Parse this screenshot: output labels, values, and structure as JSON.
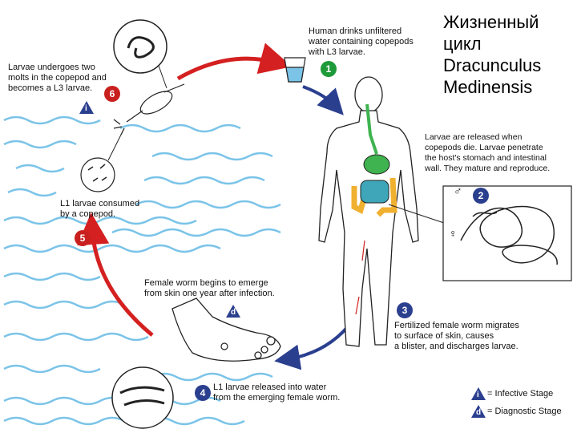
{
  "title_lines": "Жизненный\nцикл\nDracunculus\nMedinensis",
  "steps": {
    "s1": {
      "num": "1",
      "text": "Human drinks unfiltered\nwater containing copepods\nwith L3 larvae."
    },
    "s2": {
      "num": "2",
      "text": "Larvae are released when\ncopepods die.  Larvae penetrate\nthe host's stomach and intestinal\nwall.  They mature and reproduce."
    },
    "s3": {
      "num": "3",
      "text": "Fertilized female worm migrates\nto surface of skin, causes\na blister, and discharges larvae."
    },
    "s4": {
      "num": "4",
      "text": "L1 larvae released into water\nfrom the emerging female worm."
    },
    "s5": {
      "num": "5",
      "text": "L1 larvae consumed\nby a copepod."
    },
    "s6": {
      "num": "6",
      "text": "Larvae undergoes two\nmolts in the copepod and\nbecomes a L3 larvae."
    }
  },
  "emerge_text": "Female worm begins to emerge\nfrom skin one year after infection.",
  "badges": {
    "infective": "i",
    "diagnostic": "d"
  },
  "sex_symbols": {
    "male": "♂",
    "female": "♀"
  },
  "legend": {
    "infective": "= Infective Stage",
    "diagnostic": "= Diagnostic Stage"
  },
  "colors": {
    "red_arrow": "#d42020",
    "blue_arrow": "#2b3f8f",
    "water": "#7bc4e8",
    "stomach": "#3fb34f",
    "intestine": "#3ea6b8",
    "colon": "#f0b030",
    "esophagus": "#3fb34f"
  }
}
